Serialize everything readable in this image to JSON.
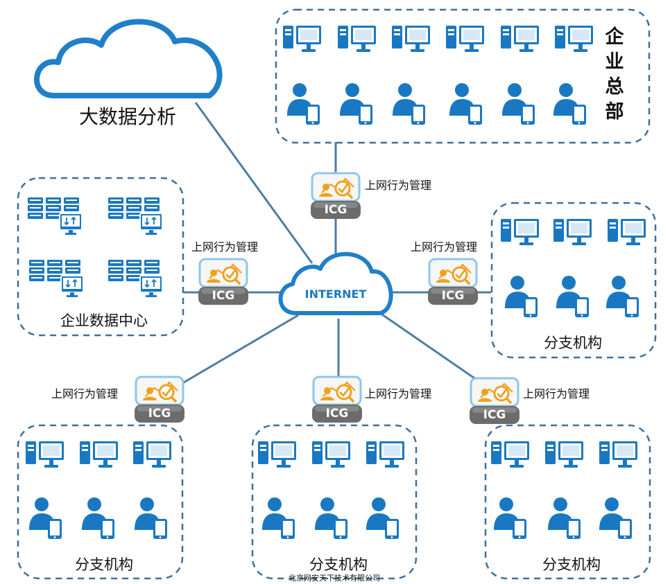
{
  "big_data": {
    "label": "大数据分析"
  },
  "internet": {
    "label": "INTERNET"
  },
  "hq": {
    "label": "企业总部",
    "label_chars": [
      "企",
      "业",
      "总",
      "部"
    ]
  },
  "datacenter": {
    "label": "企业数据中心"
  },
  "branches": [
    {
      "label": "分支机构"
    },
    {
      "label": "分支机构"
    },
    {
      "label": "分支机构"
    },
    {
      "label": "分支机构"
    }
  ],
  "icg_devices": [
    {
      "device_label": "ICG",
      "caption": "上网行为管理"
    },
    {
      "device_label": "ICG",
      "caption": "上网行为管理"
    },
    {
      "device_label": "ICG",
      "caption": "上网行为管理"
    },
    {
      "device_label": "ICG",
      "caption": "上网行为管理"
    },
    {
      "device_label": "ICG",
      "caption": "上网行为管理"
    },
    {
      "device_label": "ICG",
      "caption": "上网行为管理"
    }
  ],
  "watermark": "北京网安天下技术有限公司",
  "colors": {
    "icon_blue": "#1a78c2",
    "cloud_stroke": "#1f7fc9",
    "box_stroke": "#3f6f98",
    "link": "#4d7ca5",
    "icg_orange": "#f0a020",
    "icg_gray": "#6c6c6c"
  },
  "icons": [
    "cloud-icon",
    "computer-icon",
    "user-icon",
    "server-rack-icon",
    "icg-device-icon"
  ]
}
